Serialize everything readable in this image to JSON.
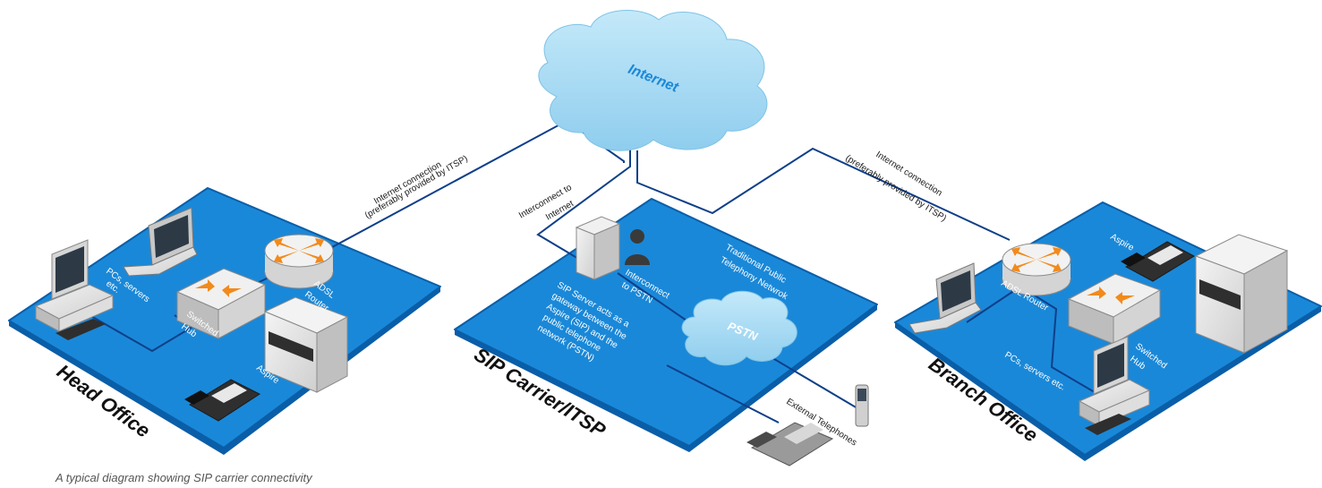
{
  "cloud_internet": "Internet",
  "cloud_pstn": "PSTN",
  "head_office": {
    "title": "Head Office",
    "pcs_line1": "PCs, servers",
    "pcs_line2": "etc.",
    "router_line1": "ADSL",
    "router_line2": "Router",
    "hub_line1": "Switched",
    "hub_line2": "Hub",
    "aspire": "Aspire"
  },
  "head_link": {
    "line1": "Internet connection",
    "line2": "(preferably provided by ITSP)"
  },
  "sip": {
    "title": "SIP Carrier/ITSP",
    "interconnect_internet_line1": "Interconnect to",
    "interconnect_internet_line2": "Internet",
    "interconnect_pstn_line1": "Interconnect",
    "interconnect_pstn_line2": "to PSTN",
    "traditional_line1": "Traditional Public",
    "traditional_line2": "Telephony Netwrok",
    "server_desc_line1": "SIP Server acts  as a",
    "server_desc_line2": "gateway between the",
    "server_desc_line3": "Aspire (SIP) and the",
    "server_desc_line4": "public telephone",
    "server_desc_line5": "network (PSTN)",
    "external": "External Telephones"
  },
  "branch_link": {
    "line1": "Internet connection",
    "line2": "(preferably provided by ITSP)"
  },
  "branch_office": {
    "title": "Branch Office",
    "aspire": "Aspire",
    "router": "ADSL Router",
    "pcs": "PCs, servers etc.",
    "hub_line1": "Switched",
    "hub_line2": "Hub"
  },
  "caption": "A typical diagram showing SIP carrier connectivity",
  "colors": {
    "platform": "#1a88d8",
    "platform_edge": "#0a5ea8",
    "cloud": "#a9dcf3",
    "cloud_text": "#1a88d8",
    "link": "#0e3f8a",
    "orange": "#f28a1c"
  }
}
